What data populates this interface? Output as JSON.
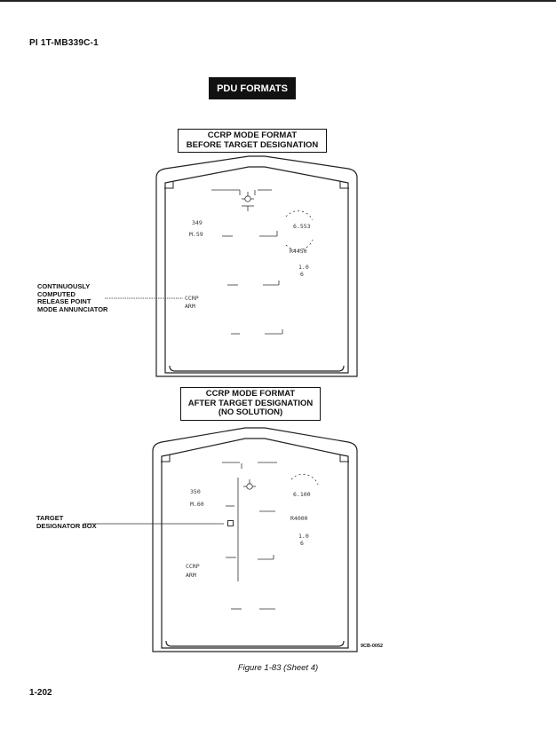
{
  "header": {
    "doc_id": "PI 1T-MB339C-1"
  },
  "section_title": "PDU FORMATS",
  "figure_top": {
    "caption_lines": [
      "CCRP MODE FORMAT",
      "BEFORE TARGET DESIGNATION"
    ],
    "callout_lines": [
      "CONTINUOUSLY",
      "COMPUTED",
      "RELEASE POINT",
      "MODE ANNUNCIATOR"
    ],
    "hud": {
      "heading_left": "349",
      "mach": "M.59",
      "range": "6.553",
      "altitude": "R4450",
      "g_label": "1.0",
      "g_value": "6",
      "mode": "CCRP",
      "arm": "ARM"
    }
  },
  "figure_bottom": {
    "caption_lines": [
      "CCRP MODE FORMAT",
      "AFTER TARGET DESIGNATION",
      "(NO SOLUTION)"
    ],
    "callout_lines": [
      "TARGET",
      "DESIGNATOR BOX"
    ],
    "hud": {
      "heading_left": "350",
      "mach": "M.60",
      "range": "6.100",
      "altitude": "R4000",
      "g_label": "1.0",
      "g_value": "6",
      "mode": "CCRP",
      "arm": "ARM"
    }
  },
  "figure_code": "9CB-0052",
  "figure_caption": "Figure 1-83 (Sheet 4)",
  "page_number": "1-202"
}
